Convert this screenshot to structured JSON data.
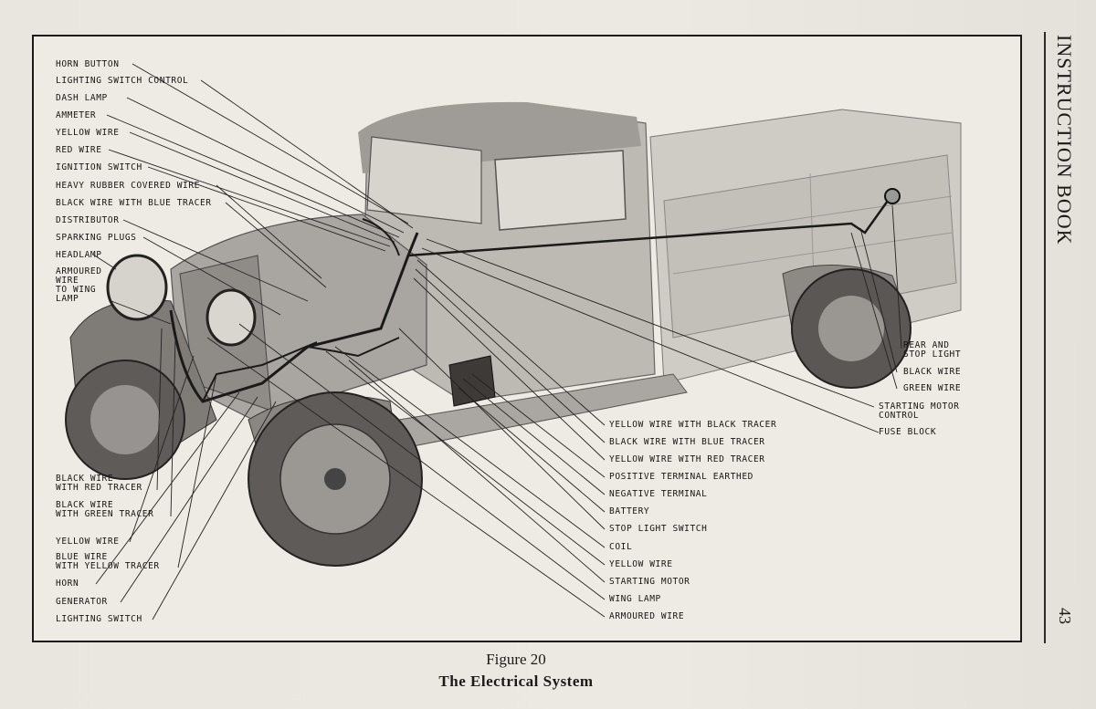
{
  "running_head": "INSTRUCTION BOOK",
  "page_number": "43",
  "figure": {
    "number": "Figure 20",
    "title": "The Electrical System"
  },
  "labels_left": [
    "HORN BUTTON",
    "LIGHTING SWITCH CONTROL",
    "DASH LAMP",
    "AMMETER",
    "YELLOW WIRE",
    "RED WIRE",
    "IGNITION SWITCH",
    "HEAVY RUBBER COVERED WIRE",
    "BLACK WIRE WITH BLUE TRACER",
    "DISTRIBUTOR",
    "SPARKING PLUGS",
    "HEADLAMP",
    "ARMOURED\nWIRE\nTO WING\nLAMP"
  ],
  "labels_lower_left": [
    "BLACK WIRE\nWITH RED TRACER",
    "BLACK WIRE\nWITH GREEN TRACER",
    "YELLOW WIRE",
    "BLUE WIRE\nWITH YELLOW TRACER",
    "HORN",
    "GENERATOR",
    "LIGHTING SWITCH"
  ],
  "labels_right": [
    "REAR AND\nSTOP LIGHT",
    "BLACK WIRE",
    "GREEN WIRE",
    "STARTING MOTOR\nCONTROL",
    "FUSE BLOCK"
  ],
  "labels_center": [
    "YELLOW WIRE WITH BLACK TRACER",
    "BLACK WIRE WITH BLUE TRACER",
    "YELLOW WIRE WITH RED TRACER",
    "POSITIVE TERMINAL EARTHED",
    "NEGATIVE TERMINAL",
    "BATTERY",
    "STOP LIGHT SWITCH",
    "COIL",
    "YELLOW WIRE",
    "STARTING MOTOR",
    "WING LAMP",
    "ARMOURED WIRE"
  ]
}
